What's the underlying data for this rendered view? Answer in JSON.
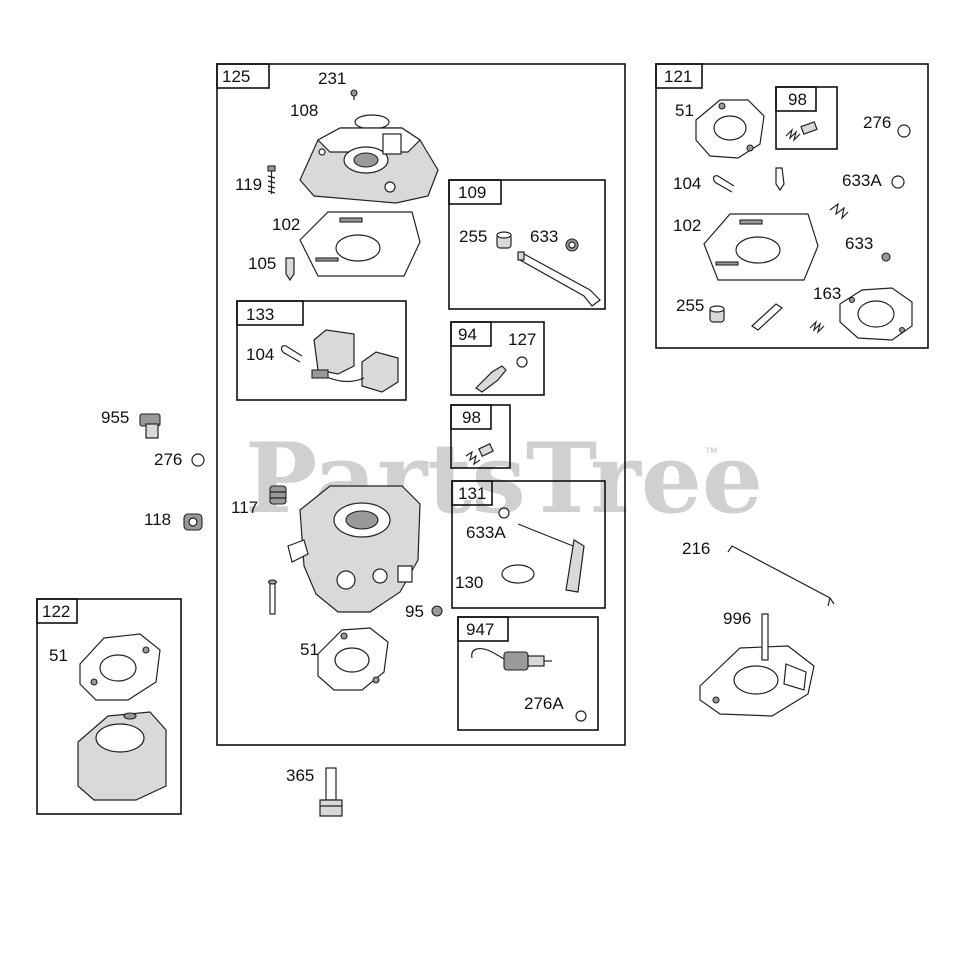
{
  "watermark": {
    "text": "PartsTree",
    "trademark": "™"
  },
  "kits": {
    "k125": {
      "label": "125"
    },
    "k121": {
      "label": "121"
    },
    "k98a": {
      "label": "98"
    },
    "k109": {
      "label": "109"
    },
    "k133": {
      "label": "133"
    },
    "k94": {
      "label": "94"
    },
    "k98b": {
      "label": "98"
    },
    "k131": {
      "label": "131"
    },
    "k947": {
      "label": "947"
    },
    "k122": {
      "label": "122"
    }
  },
  "callouts": {
    "p231": "231",
    "p108": "108",
    "p119": "119",
    "p102": "102",
    "p105": "105",
    "p104": "104",
    "p255": "255",
    "p633": "633",
    "p127": "127",
    "p117": "117",
    "p633A": "633A",
    "p130": "130",
    "p95": "95",
    "p51": "51",
    "p276A": "276A",
    "r51": "51",
    "r276": "276",
    "r104": "104",
    "r633A": "633A",
    "r102": "102",
    "r633": "633",
    "r255": "255",
    "r163": "163",
    "l955": "955",
    "l276": "276",
    "l118": "118",
    "l51": "51",
    "p365": "365",
    "p216": "216",
    "p996": "996"
  }
}
